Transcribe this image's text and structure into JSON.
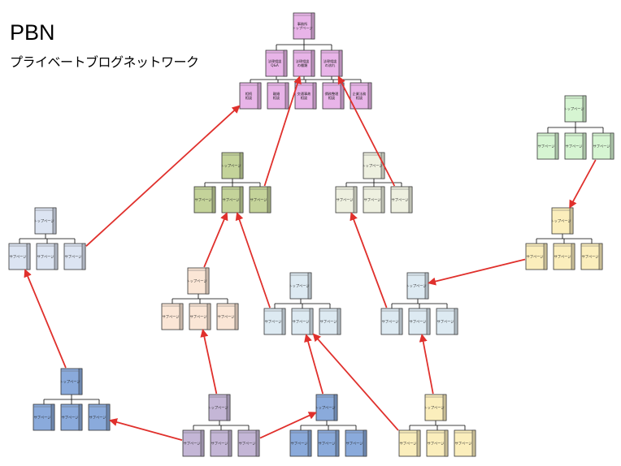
{
  "title": "PBN",
  "subtitle": "プライベートブログネットワーク",
  "colors": {
    "arrow": "#e0302c",
    "line": "#000000",
    "pink": "#e8b4e8",
    "green": "#c4d39a",
    "lightgreen": "#d6f5d2",
    "cream": "#eef0e0",
    "lightblue": "#dce4f2",
    "peach": "#fbe6d6",
    "paleblue": "#ddeaf2",
    "yellow": "#fbeebc",
    "blue": "#8aaadb",
    "lavender": "#c4b6d6"
  },
  "clusters": [
    {
      "id": "main",
      "color": "pink",
      "root": "事務所\nトップページ",
      "categories": [
        "法律相談\nQ&A",
        "法律相談\nの種類",
        "法律相談\nの流れ"
      ],
      "details": [
        "相続\n相談",
        "離婚\n相談",
        "交通事故\n相談",
        "債務整理\n相談",
        "企業法務\n相談"
      ]
    },
    {
      "id": "green",
      "color": "green",
      "root": "トップページ",
      "children": [
        "サブページ",
        "サブページ",
        "サブページ"
      ]
    },
    {
      "id": "cream",
      "color": "cream",
      "root": "トップページ",
      "children": [
        "サブページ",
        "サブページ",
        "サブページ"
      ]
    },
    {
      "id": "lightgreen",
      "color": "lightgreen",
      "root": "トップページ",
      "children": [
        "サブページ",
        "サブページ",
        "サブページ"
      ]
    },
    {
      "id": "lightblue",
      "color": "lightblue",
      "root": "トップページ",
      "children": [
        "サブページ",
        "サブページ",
        "サブページ"
      ]
    },
    {
      "id": "yellow-right",
      "color": "yellow",
      "root": "トップページ",
      "children": [
        "サブページ",
        "サブページ",
        "サブページ"
      ]
    },
    {
      "id": "peach",
      "color": "peach",
      "root": "トップページ",
      "children": [
        "サブページ",
        "サブページ",
        "サブページ"
      ]
    },
    {
      "id": "paleblue-mid",
      "color": "paleblue",
      "root": "トップページ",
      "children": [
        "サブページ",
        "サブページ",
        "サブページ"
      ]
    },
    {
      "id": "paleblue-right",
      "color": "paleblue",
      "root": "トップページ",
      "children": [
        "サブページ",
        "サブページ",
        "サブページ"
      ]
    },
    {
      "id": "blue-left",
      "color": "blue",
      "root": "トップページ",
      "children": [
        "サブページ",
        "サブページ",
        "サブページ"
      ]
    },
    {
      "id": "lavender",
      "color": "lavender",
      "root": "トップページ",
      "children": [
        "サブページ",
        "サブページ",
        "サブページ"
      ]
    },
    {
      "id": "blue-mid",
      "color": "blue",
      "root": "トップページ",
      "children": [
        "サブページ",
        "サブページ",
        "サブページ"
      ]
    },
    {
      "id": "yellow-bottom",
      "color": "yellow",
      "root": "トップページ",
      "children": [
        "サブページ",
        "サブページ",
        "サブページ"
      ]
    }
  ],
  "links": [
    {
      "from": "lightblue.child.2",
      "to": "main.detail.0"
    },
    {
      "from": "green.child.2",
      "to": "main.category.1"
    },
    {
      "from": "cream.child.2",
      "to": "main.category.2"
    },
    {
      "from": "lightgreen.child.2",
      "to": "yellow-right.root"
    },
    {
      "from": "yellow-right.child.0",
      "to": "paleblue-right.root"
    },
    {
      "from": "peach.root",
      "to": "green.child.1"
    },
    {
      "from": "paleblue-mid.child.0",
      "to": "green.child.1"
    },
    {
      "from": "paleblue-right.child.0",
      "to": "cream.child.0"
    },
    {
      "from": "blue-left.root",
      "to": "lightblue.child.0"
    },
    {
      "from": "lavender.root",
      "to": "peach.child.1"
    },
    {
      "from": "lavender.child.0",
      "to": "blue-left.child.2"
    },
    {
      "from": "lavender.child.2",
      "to": "blue-mid.root"
    },
    {
      "from": "blue-mid.root",
      "to": "paleblue-mid.child.1"
    },
    {
      "from": "yellow-bottom.child.0",
      "to": "paleblue-mid.child.1"
    },
    {
      "from": "yellow-bottom.root",
      "to": "paleblue-right.child.1"
    }
  ]
}
